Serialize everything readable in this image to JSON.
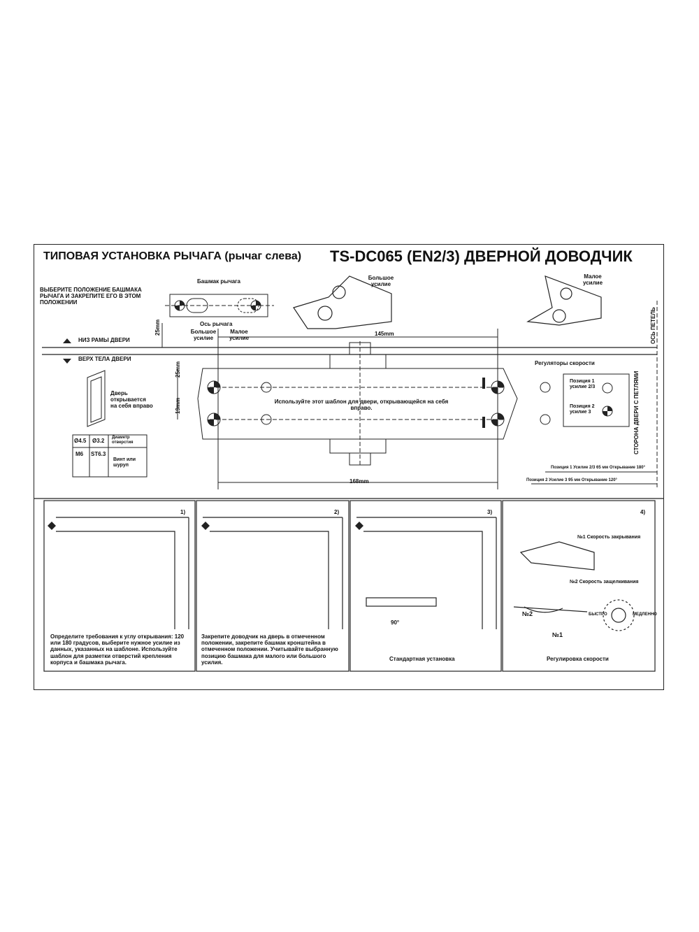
{
  "title_left": "ТИПОВАЯ УСТАНОВКА РЫЧАГА (рычаг слева)",
  "title_right": "TS-DC065 (EN2/3) ДВЕРНОЙ ДОВОДЧИК",
  "instruction_shoe": "ВЫБЕРИТЕ ПОЛОЖЕНИЕ БАШМАКА РЫЧАГА И ЗАКРЕПИТЕ ЕГО В ЭТОМ ПОЛОЖЕНИИ",
  "shoe_label": "Башмак рычага",
  "lever_axis": "Ось рычага",
  "big_force": "Большое усилие",
  "small_force": "Малое усилие",
  "big_force_top": "Большое усилие",
  "small_force_top": "Малое усилие",
  "hinge_axis": "ОСЬ ПЕТЕЛЬ",
  "frame_bottom": "НИЗ РАМЫ ДВЕРИ",
  "door_top": "ВЕРХ ТЕЛА ДВЕРИ",
  "door_note": "Дверь открывается на себя вправо",
  "dim_25_top": "25mm",
  "dim_25": "25mm",
  "dim_19": "19mm",
  "dim_145": "145mm",
  "dim_168": "168mm",
  "template_note": "Используйте этот шаблон для двери, открывающейся на себя вправо.",
  "speed_regulators": "Регуляторы скорости",
  "pos1": "Позиция 1 усилие 2/3",
  "pos2": "Позиция 2 усилие 3",
  "hinge_side": "СТОРОНА ДВЕРИ С ПЕТЛЯМИ",
  "pos1_line": "Позиция 1  Усилие 2/3   65 мм   Открывание 180°",
  "pos2_line": "Позиция 2  Усилие 3   95 мм   Открывание 120°",
  "hole_table": {
    "d1": "Ø4.5",
    "d2": "Ø3.2",
    "diam_label": "Диаметр отверстия",
    "m": "M6",
    "st": "ST6.3",
    "screw_label": "Винт или шуруп"
  },
  "steps": [
    {
      "num": "1)",
      "text": "Определите требования к углу открывания: 120 или 180 градусов, выберите нужное усилие из данных, указанных на шаблоне. Используйте шаблон для разметки отверстий крепления корпуса и башмака рычага."
    },
    {
      "num": "2)",
      "text": "Закрепите доводчик на дверь в отмеченном положении, закрепите башмак кронштейна в отмеченном положении. Учитывайте выбранную позицию башмака для малого или большого усилия."
    },
    {
      "num": "3)",
      "text": "Стандартная установка",
      "angle": "90°"
    },
    {
      "num": "4)",
      "text": "Регулировка скорости",
      "n1_label": "№1 Скорость закрывания",
      "n2_label": "№2 Скорость защелкивания",
      "n2": "№2",
      "n1": "№1",
      "fast": "БЫСТРО",
      "slow": "МЕДЛЕННО"
    }
  ]
}
